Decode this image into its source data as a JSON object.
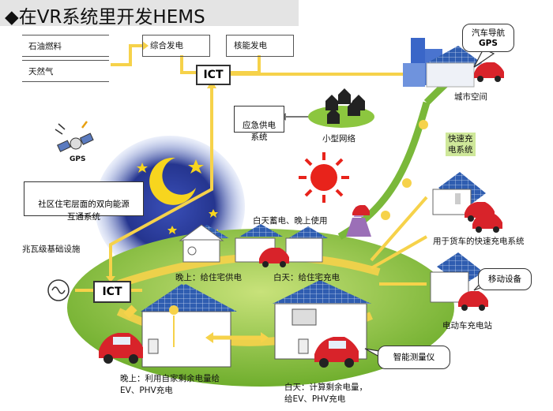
{
  "title": "◆在VR系统里开发HEMS",
  "sources": {
    "fossil_fuel": "石油燃料",
    "natural_gas": "天然气",
    "combined_power": "综合发电",
    "nuclear_power": "核能发电"
  },
  "ict_top": "ICT",
  "ict_bottom": "ICT",
  "city": {
    "car_nav": "汽车导航",
    "gps": "GPS",
    "city_space": "城市空间"
  },
  "emergency_supply": "应急供电\n系统",
  "mini_grid": "小型网络",
  "satellite_gps": "GPS",
  "community_system": "社区住宅层面的双向能源\n互通系统",
  "mega_infra": "兆瓦级基础设施",
  "fast_charge": "快速充\n电系统",
  "truck_fast_charge": "用于货车的快速充电系统",
  "mobile_device": "移动设备",
  "ev_station": "电动车充电站",
  "day_store_night_use": "白天蓄电、晚上使用",
  "night_supply_house": "晚上：给住宅供电",
  "day_charge_house": "白天：给住宅充电",
  "smart_meter": "智能测量仪",
  "night_caption": "晚上：利用自家剩余电量给\nEV、PHV充电",
  "day_caption": "白天：计算剩余电量，\n给EV、PHV充电",
  "colors": {
    "yellow_line": "#f6d24a",
    "green_ground": "#8cc63f",
    "night_sky": "#1f2f8f",
    "sun": "#e8231b",
    "car_red": "#d8232a",
    "panel_blue": "#3366b8"
  }
}
